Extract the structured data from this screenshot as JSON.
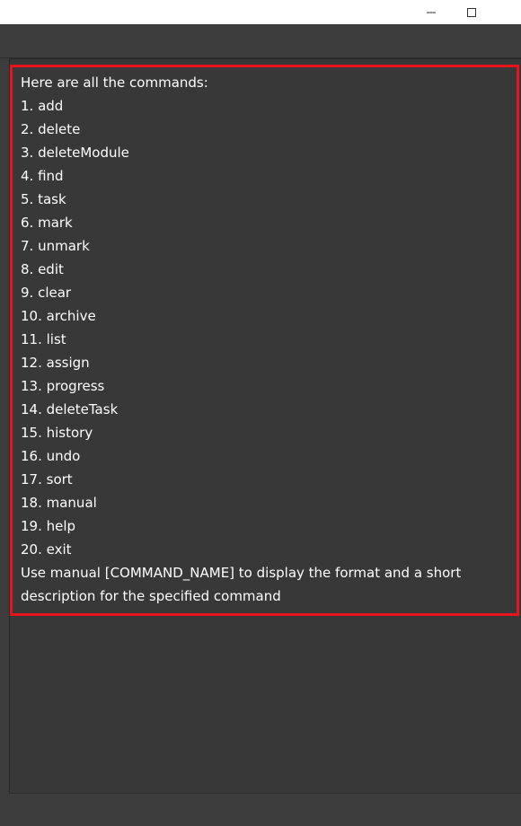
{
  "window": {
    "minimize_icon": "minimize-icon",
    "maximize_icon": "maximize-icon"
  },
  "result": {
    "header": "Here are all the commands:",
    "commands": [
      "1. add",
      "2. delete",
      "3. deleteModule",
      "4. find",
      "5. task",
      "6. mark",
      "7. unmark",
      "8. edit",
      "9. clear",
      "10. archive",
      "11. list",
      "12. assign",
      "13. progress",
      "14. deleteTask",
      "15. history",
      "16. undo",
      "17. sort",
      "18. manual",
      "19. help",
      "20. exit"
    ],
    "footer_line1": "Use manual [COMMAND_NAME] to display the format and a short",
    "footer_line2": "description for the specified command"
  },
  "colors": {
    "highlight_border": "#e8141b",
    "background": "#383838",
    "text": "#ffffff"
  }
}
